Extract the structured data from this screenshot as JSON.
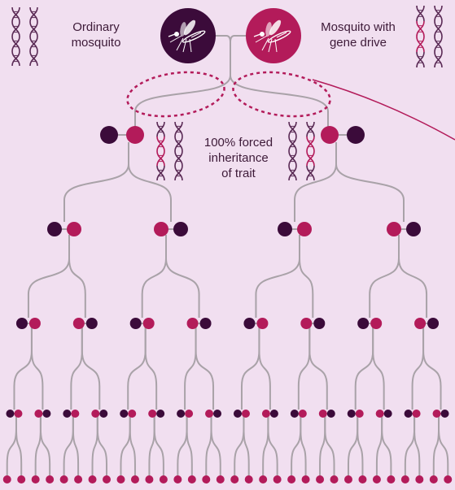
{
  "labels": {
    "ordinary": [
      "Ordinary",
      "mosquito"
    ],
    "gene_drive": [
      "Mosquito with",
      "gene drive"
    ],
    "forced": [
      "100% forced",
      "inheritance",
      "of trait"
    ]
  },
  "colors": {
    "background": "#f1dff0",
    "ordinary": "#3b0b3a",
    "gene_drive": "#b31b5a",
    "line": "#a9a2a8",
    "dna": "#5a2a55"
  },
  "icons": [
    "mosquito-icon",
    "dna-helix-icon"
  ]
}
